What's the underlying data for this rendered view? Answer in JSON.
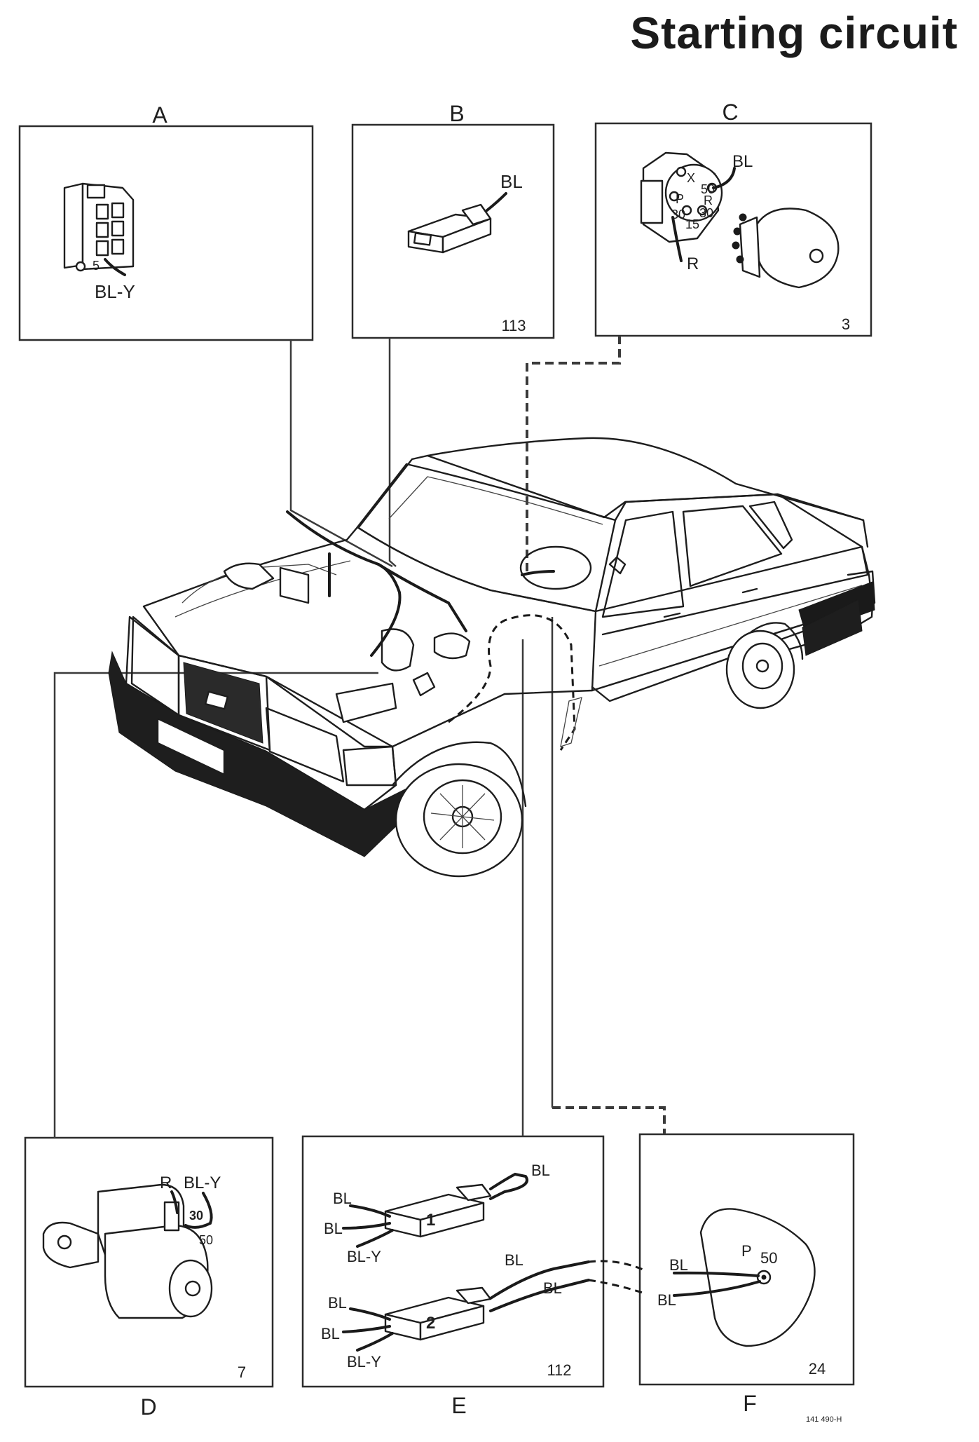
{
  "title": "Starting circuit",
  "panels": {
    "A": {
      "letter": "A",
      "labels": [
        "5",
        "BL-Y"
      ],
      "number": ""
    },
    "B": {
      "letter": "B",
      "labels": [
        "BL"
      ],
      "number": "113"
    },
    "C": {
      "letter": "C",
      "labels": [
        "BL",
        "X",
        "50",
        "P",
        "R",
        "30",
        "30",
        "15",
        "R"
      ],
      "number": "3"
    },
    "D": {
      "letter": "D",
      "labels": [
        "R",
        "BL-Y",
        "30",
        "50"
      ],
      "number": "7"
    },
    "E": {
      "letter": "E",
      "labels": [
        "BL",
        "BL",
        "BL",
        "BL-Y",
        "1",
        "BL",
        "BL",
        "BL",
        "BL",
        "BL-Y",
        "2"
      ],
      "number": "112"
    },
    "F": {
      "letter": "F",
      "labels": [
        "P",
        "50",
        "BL",
        "BL"
      ],
      "number": "24"
    }
  },
  "figure_code": "141 490-H"
}
